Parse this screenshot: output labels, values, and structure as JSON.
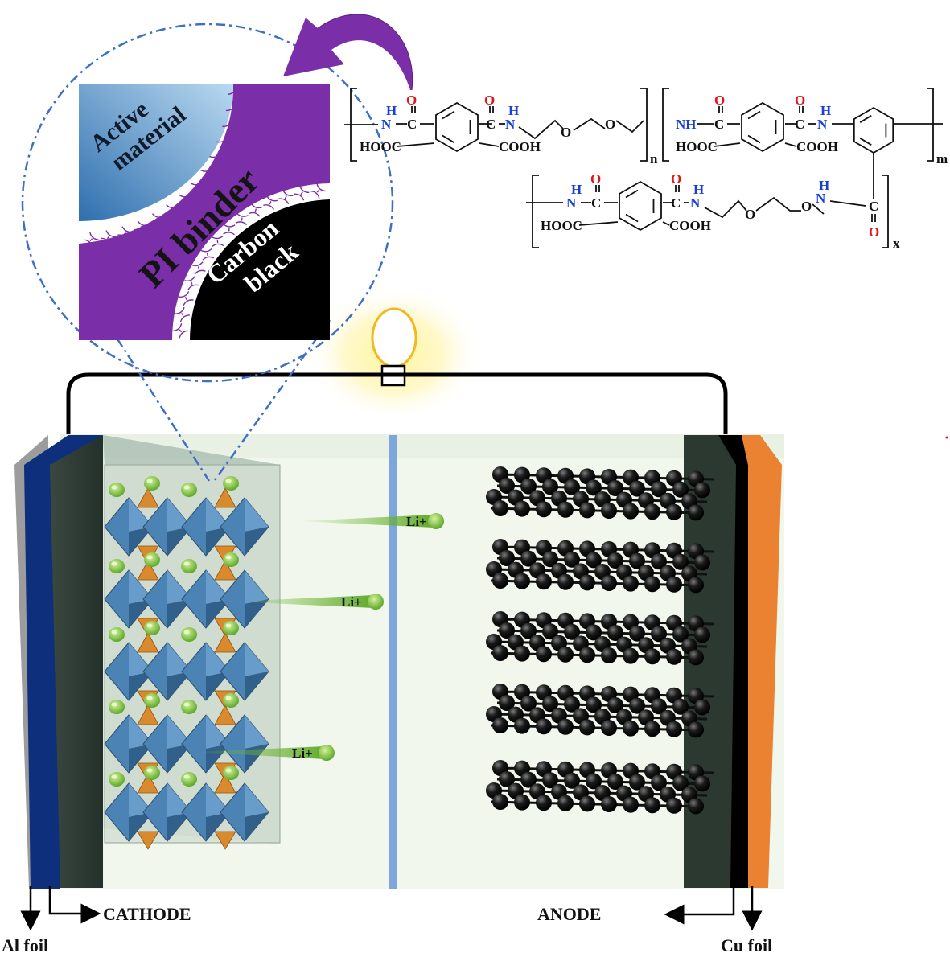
{
  "colors": {
    "purple": "#7a2fa8",
    "active_blue": "#3f86c4",
    "carbon": "#000000",
    "cathode_film": "#2d3a34",
    "al_foil": "#9a9a9a",
    "al_collector": "#0d2f7a",
    "cu_foil": "#ea8232",
    "separator": "#7ea6dc",
    "electrolyte": "#f0f7ea",
    "li_ion": "#7cc13a",
    "octahedron": "#4a83b4",
    "tetrahedron": "#d98a2d",
    "bulb_glow": "#fff176",
    "nitrogen": "#1a3fd6",
    "oxygen": "#e0161b"
  },
  "inset": {
    "active_material_label": "Active material",
    "binder_label": "PI binder",
    "carbon_label": "Carbon black"
  },
  "ions": {
    "label": "Li+"
  },
  "chem": {
    "nh": "NH",
    "h": "H",
    "n": "N",
    "o": "O",
    "c": "C",
    "cn": "C–N",
    "hooc": "HOOC",
    "cooh": "COOH",
    "subscript_n": "n",
    "subscript_m": "m",
    "subscript_x": "x"
  },
  "labels": {
    "cathode": "CATHODE",
    "anode": "ANODE",
    "al_foil": "Al foil",
    "cu_foil": "Cu foil"
  },
  "icons": {
    "bulb": "light-bulb-icon",
    "arrow": "curved-arrow-icon"
  }
}
